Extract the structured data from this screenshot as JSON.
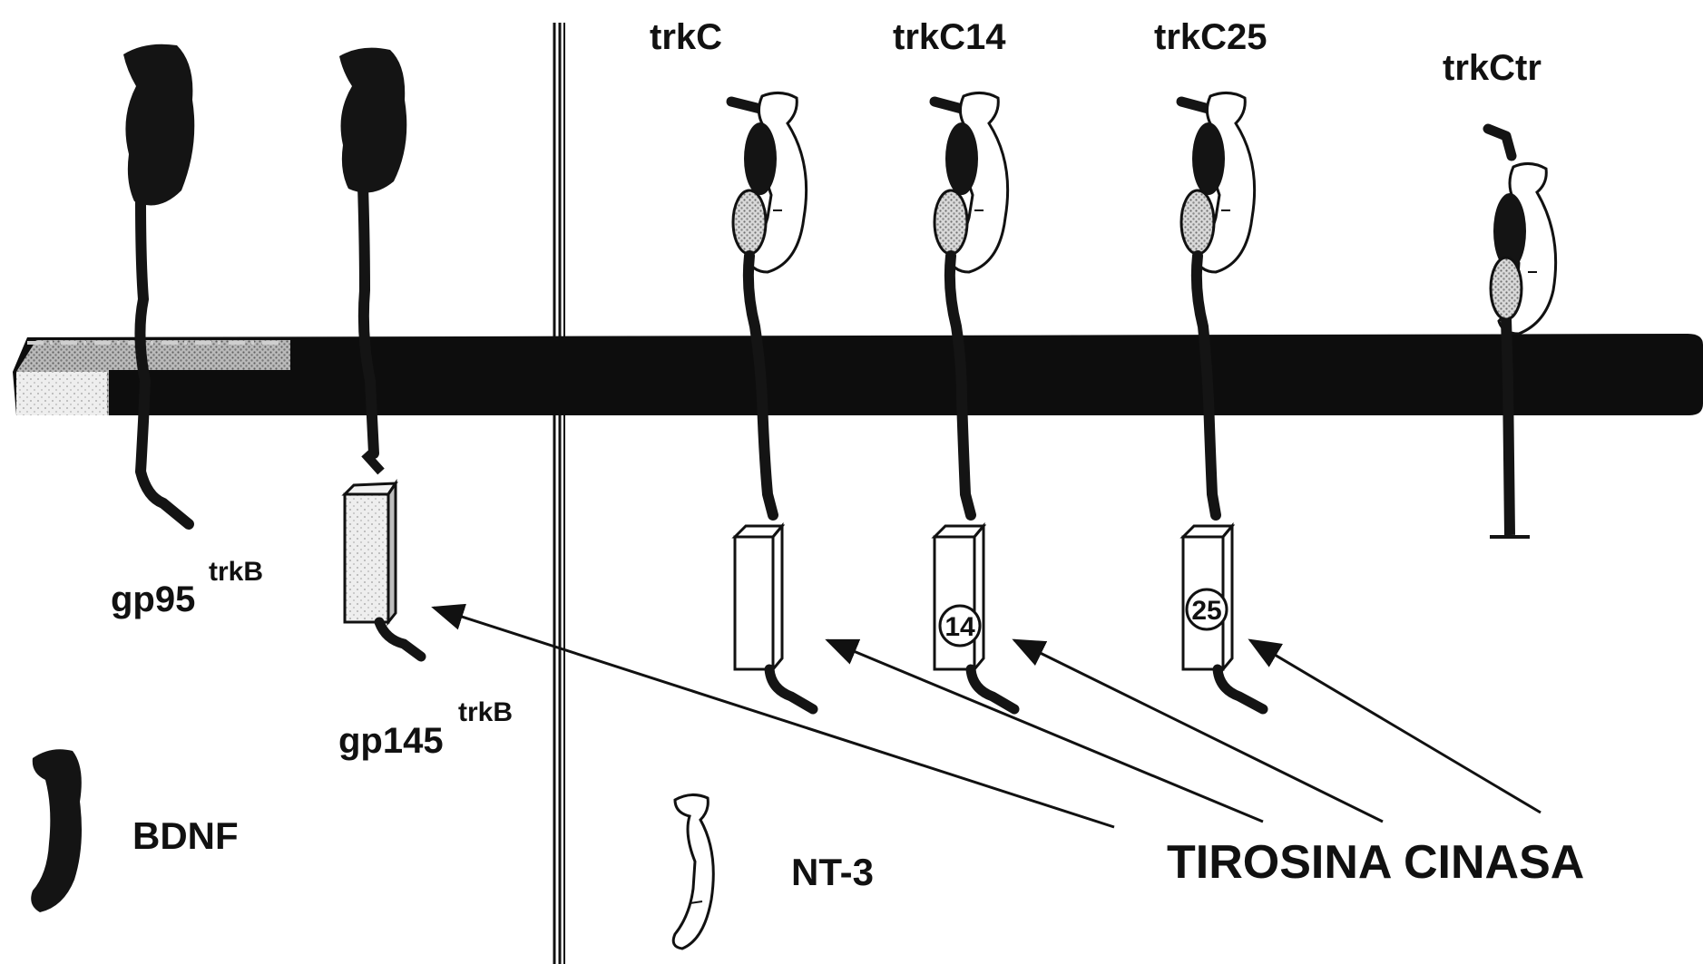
{
  "receptors": [
    {
      "id": "gp95",
      "base": "gp95",
      "sup": "trkB"
    },
    {
      "id": "gp145",
      "base": "gp145",
      "sup": "trkB"
    },
    {
      "id": "trkC",
      "label": "trkC"
    },
    {
      "id": "trkC14",
      "label": "trkC14",
      "insert": "14"
    },
    {
      "id": "trkC25",
      "label": "trkC25",
      "insert": "25"
    },
    {
      "id": "trkCtr",
      "label": "trkCtr"
    }
  ],
  "legend": {
    "bdnf": "BDNF",
    "nt3": "NT-3",
    "kinase": "TIROSINA CINASA"
  },
  "colors": {
    "ink": "#111111",
    "membrane": "#0d0d0d",
    "stipple": "#bdbdbd",
    "kinase_fill": "#ffffff",
    "kinase_fill_trkB": "#dcdcdc"
  }
}
